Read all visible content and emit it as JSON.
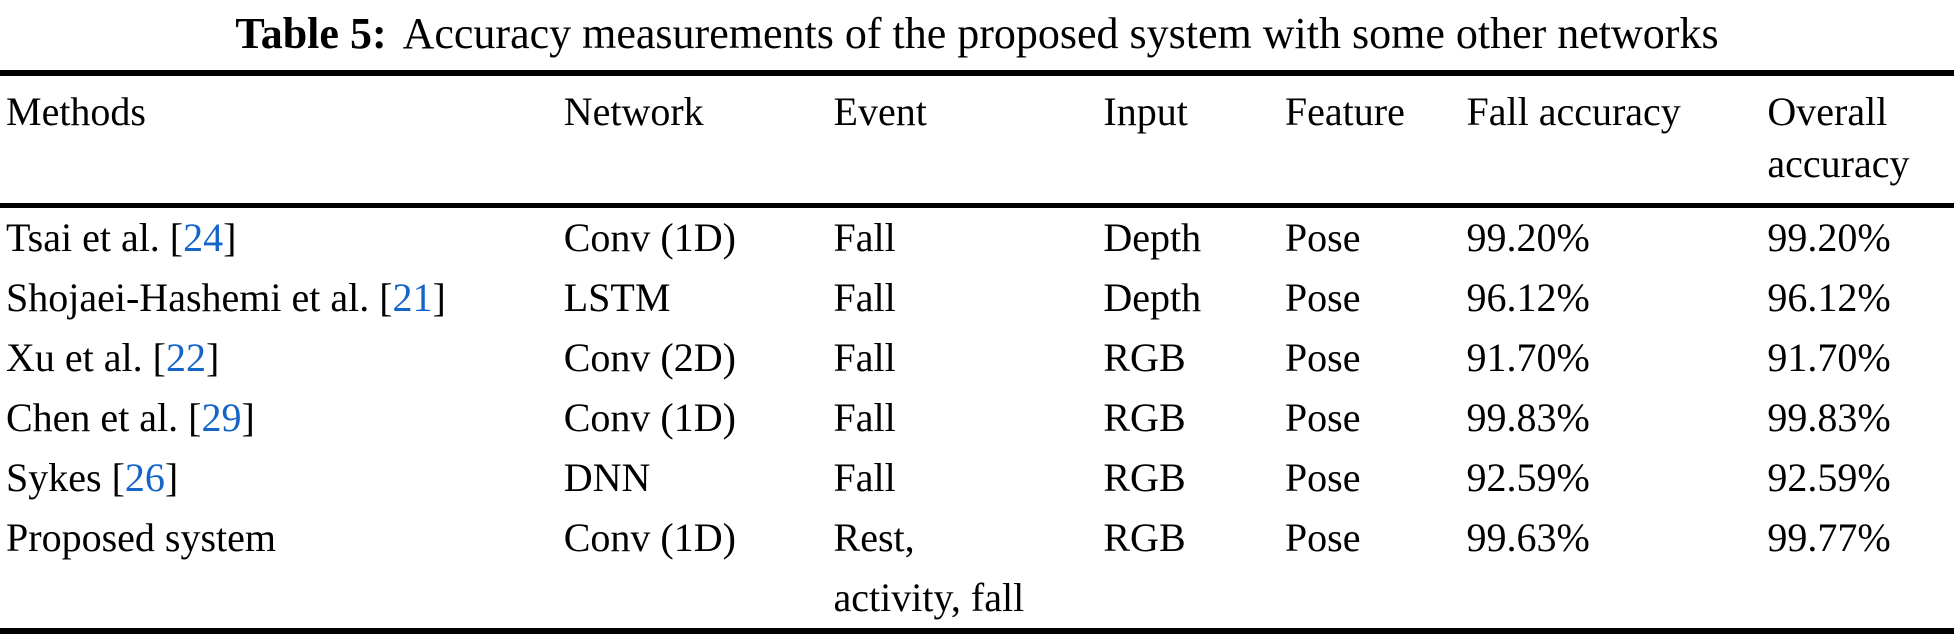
{
  "caption": {
    "label": "Table 5:",
    "text": "Accuracy measurements of the proposed system with some other networks"
  },
  "table": {
    "link_color": "#1565c8",
    "columns": [
      "Methods",
      "Network",
      "Event",
      "Input",
      "Feature",
      "Fall accuracy",
      "Overall accuracy"
    ],
    "rows": [
      {
        "method": "Tsai et al.",
        "cite": "24",
        "network": "Conv (1D)",
        "event": "Fall",
        "input": "Depth",
        "feature": "Pose",
        "fall_accuracy": "99.20%",
        "overall_accuracy": "99.20%"
      },
      {
        "method": "Shojaei-Hashemi et al.",
        "cite": "21",
        "network": "LSTM",
        "event": "Fall",
        "input": "Depth",
        "feature": "Pose",
        "fall_accuracy": "96.12%",
        "overall_accuracy": "96.12%"
      },
      {
        "method": "Xu et al.",
        "cite": "22",
        "network": "Conv (2D)",
        "event": "Fall",
        "input": "RGB",
        "feature": "Pose",
        "fall_accuracy": "91.70%",
        "overall_accuracy": "91.70%"
      },
      {
        "method": "Chen et al.",
        "cite": "29",
        "network": "Conv (1D)",
        "event": "Fall",
        "input": "RGB",
        "feature": "Pose",
        "fall_accuracy": "99.83%",
        "overall_accuracy": "99.83%"
      },
      {
        "method": "Sykes",
        "cite": "26",
        "network": "DNN",
        "event": "Fall",
        "input": "RGB",
        "feature": "Pose",
        "fall_accuracy": "92.59%",
        "overall_accuracy": "92.59%"
      },
      {
        "method": "Proposed system",
        "cite": "",
        "network": "Conv (1D)",
        "event": "Rest,\nactivity, fall",
        "input": "RGB",
        "feature": "Pose",
        "fall_accuracy": "99.63%",
        "overall_accuracy": "99.77%"
      }
    ]
  }
}
